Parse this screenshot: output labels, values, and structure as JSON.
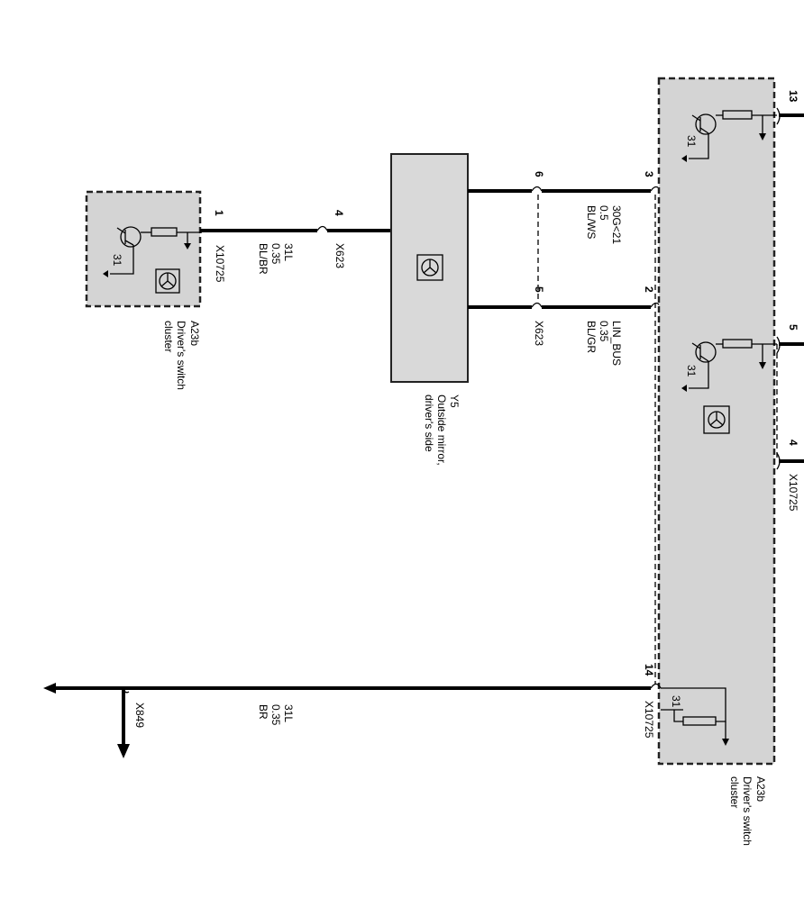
{
  "colors": {
    "wire": "#000000",
    "module_fill": "#d4d4d4",
    "mirror_fill": "#d9d9d9",
    "background": "#ffffff"
  },
  "icons": {
    "module_symbol": "switch-module-icon",
    "mirror_symbol": "mirror-motor-icon",
    "transistor": "transistor-icon",
    "resistor": "resistor-icon",
    "ground_arrow": "ground-arrow-icon"
  },
  "small_module": {
    "ref": "A23b",
    "desc_line1": "Driver's switch",
    "desc_line2": "cluster",
    "pin": "1",
    "connector": "X10725",
    "ground_label": "31"
  },
  "wire_left": {
    "signal": "31L",
    "gauge": "0.35",
    "color": "BL/BR",
    "pin_mirror": "4",
    "connector_mirror": "X623"
  },
  "mirror": {
    "ref": "Y5",
    "desc_line1": "Outside mirror,",
    "desc_line2": "driver's side"
  },
  "wire_top": {
    "pin_mirror": "6",
    "pin_module": "3",
    "signal": "30G<21",
    "gauge": "0.5",
    "color": "BL/WS"
  },
  "wire_mid": {
    "pin_mirror": "5",
    "connector_mirror": "X623",
    "pin_module": "2",
    "signal": "LIN_BUS",
    "gauge": "0.35",
    "color": "BL/GR"
  },
  "big_module": {
    "ref": "A23b",
    "desc_line1": "Driver's switch",
    "desc_line2": "cluster",
    "pin_13": "13",
    "pin_5": "5",
    "pin_4": "4",
    "connector_right": "X10725",
    "pin_14": "14",
    "connector_bottom": "X10725",
    "ground_label_1": "31",
    "ground_label_2": "31",
    "ground_label_3": "31"
  },
  "wire_bottom": {
    "signal": "31L",
    "gauge": "0.35",
    "color": "BR",
    "connector": "X849"
  }
}
